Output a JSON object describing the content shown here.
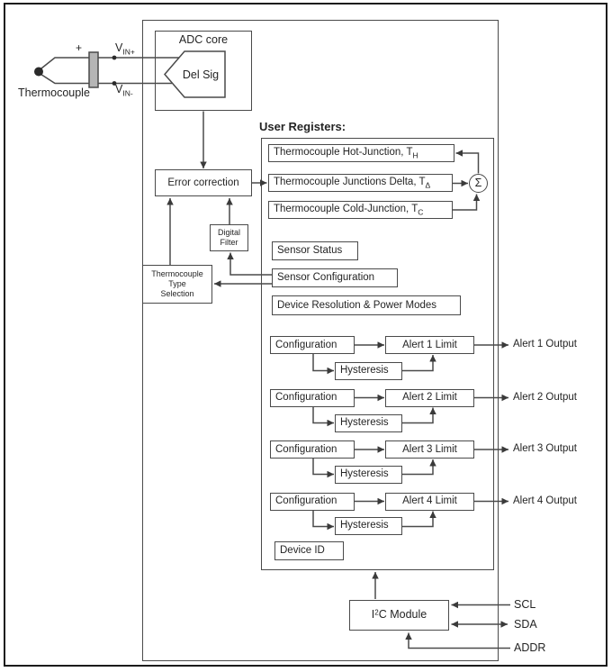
{
  "colors": {
    "line": "#4a4a4a",
    "text": "#242424",
    "connector_fill": "#b5b5b5",
    "page_background": "#ffffff"
  },
  "diagram": {
    "thermocouple": {
      "label": "Thermocouple",
      "plus": "+",
      "vin_plus": {
        "base": "V",
        "sub": "IN+"
      },
      "vin_minus": {
        "base": "V",
        "sub": "IN-"
      }
    },
    "adc": {
      "title": "ADC core",
      "modulator": "Del Sig"
    },
    "error_correction": "Error correction",
    "digital_filter": {
      "line1": "Digital",
      "line2": "Filter"
    },
    "type_selection": {
      "line1": "Thermocouple",
      "line2": "Type",
      "line3": "Selection"
    },
    "user_registers": {
      "title": "User Registers:",
      "hot_junction": {
        "base": "Thermocouple Hot-Junction, T",
        "sub": "H"
      },
      "junctions_delta": {
        "base": "Thermocouple Junctions Delta, T",
        "sub": "Δ"
      },
      "cold_junction": {
        "base": "Thermocouple Cold-Junction, T",
        "sub": "C"
      },
      "sensor_status": "Sensor Status",
      "sensor_configuration": "Sensor Configuration",
      "device_resolution": "Device Resolution & Power Modes",
      "device_id": "Device ID"
    },
    "summing_node": "Σ",
    "alerts": [
      {
        "configuration": "Configuration",
        "hysteresis": "Hysteresis",
        "limit": "Alert 1 Limit",
        "output": "Alert 1 Output"
      },
      {
        "configuration": "Configuration",
        "hysteresis": "Hysteresis",
        "limit": "Alert 2 Limit",
        "output": "Alert 2 Output"
      },
      {
        "configuration": "Configuration",
        "hysteresis": "Hysteresis",
        "limit": "Alert 3 Limit",
        "output": "Alert 3 Output"
      },
      {
        "configuration": "Configuration",
        "hysteresis": "Hysteresis",
        "limit": "Alert 4 Limit",
        "output": "Alert 4 Output"
      }
    ],
    "i2c": {
      "base": "I",
      "sup": "2",
      "rest": "C Module"
    },
    "pins": {
      "scl": "SCL",
      "sda": "SDA",
      "addr": "ADDR"
    }
  }
}
